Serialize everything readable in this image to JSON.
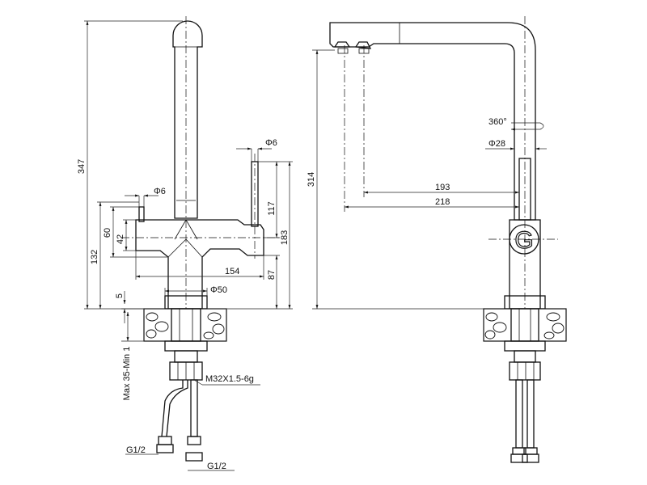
{
  "drawing": {
    "side_view": {
      "dimensions": {
        "height_total": "347",
        "height_handle_body": "132",
        "handle_height": "60",
        "body_height": "42",
        "base_thickness": "5",
        "lever_diameter_top": "Φ6",
        "lever_diameter_left": "Φ6",
        "lever_height": "117",
        "lever_total": "183",
        "base_height": "87",
        "body_width": "154",
        "base_diameter": "Φ50",
        "counter_thickness": "Max 35-Min 1",
        "thread": "M32X1.5-6g",
        "hose_left": "G1/2",
        "hose_right": "G1/2"
      }
    },
    "front_view": {
      "dimensions": {
        "height_total": "314",
        "rotation": "360°",
        "spout_diameter": "Φ28",
        "reach_inner": "193",
        "reach_outer": "218"
      },
      "logo_letter": "G"
    }
  }
}
